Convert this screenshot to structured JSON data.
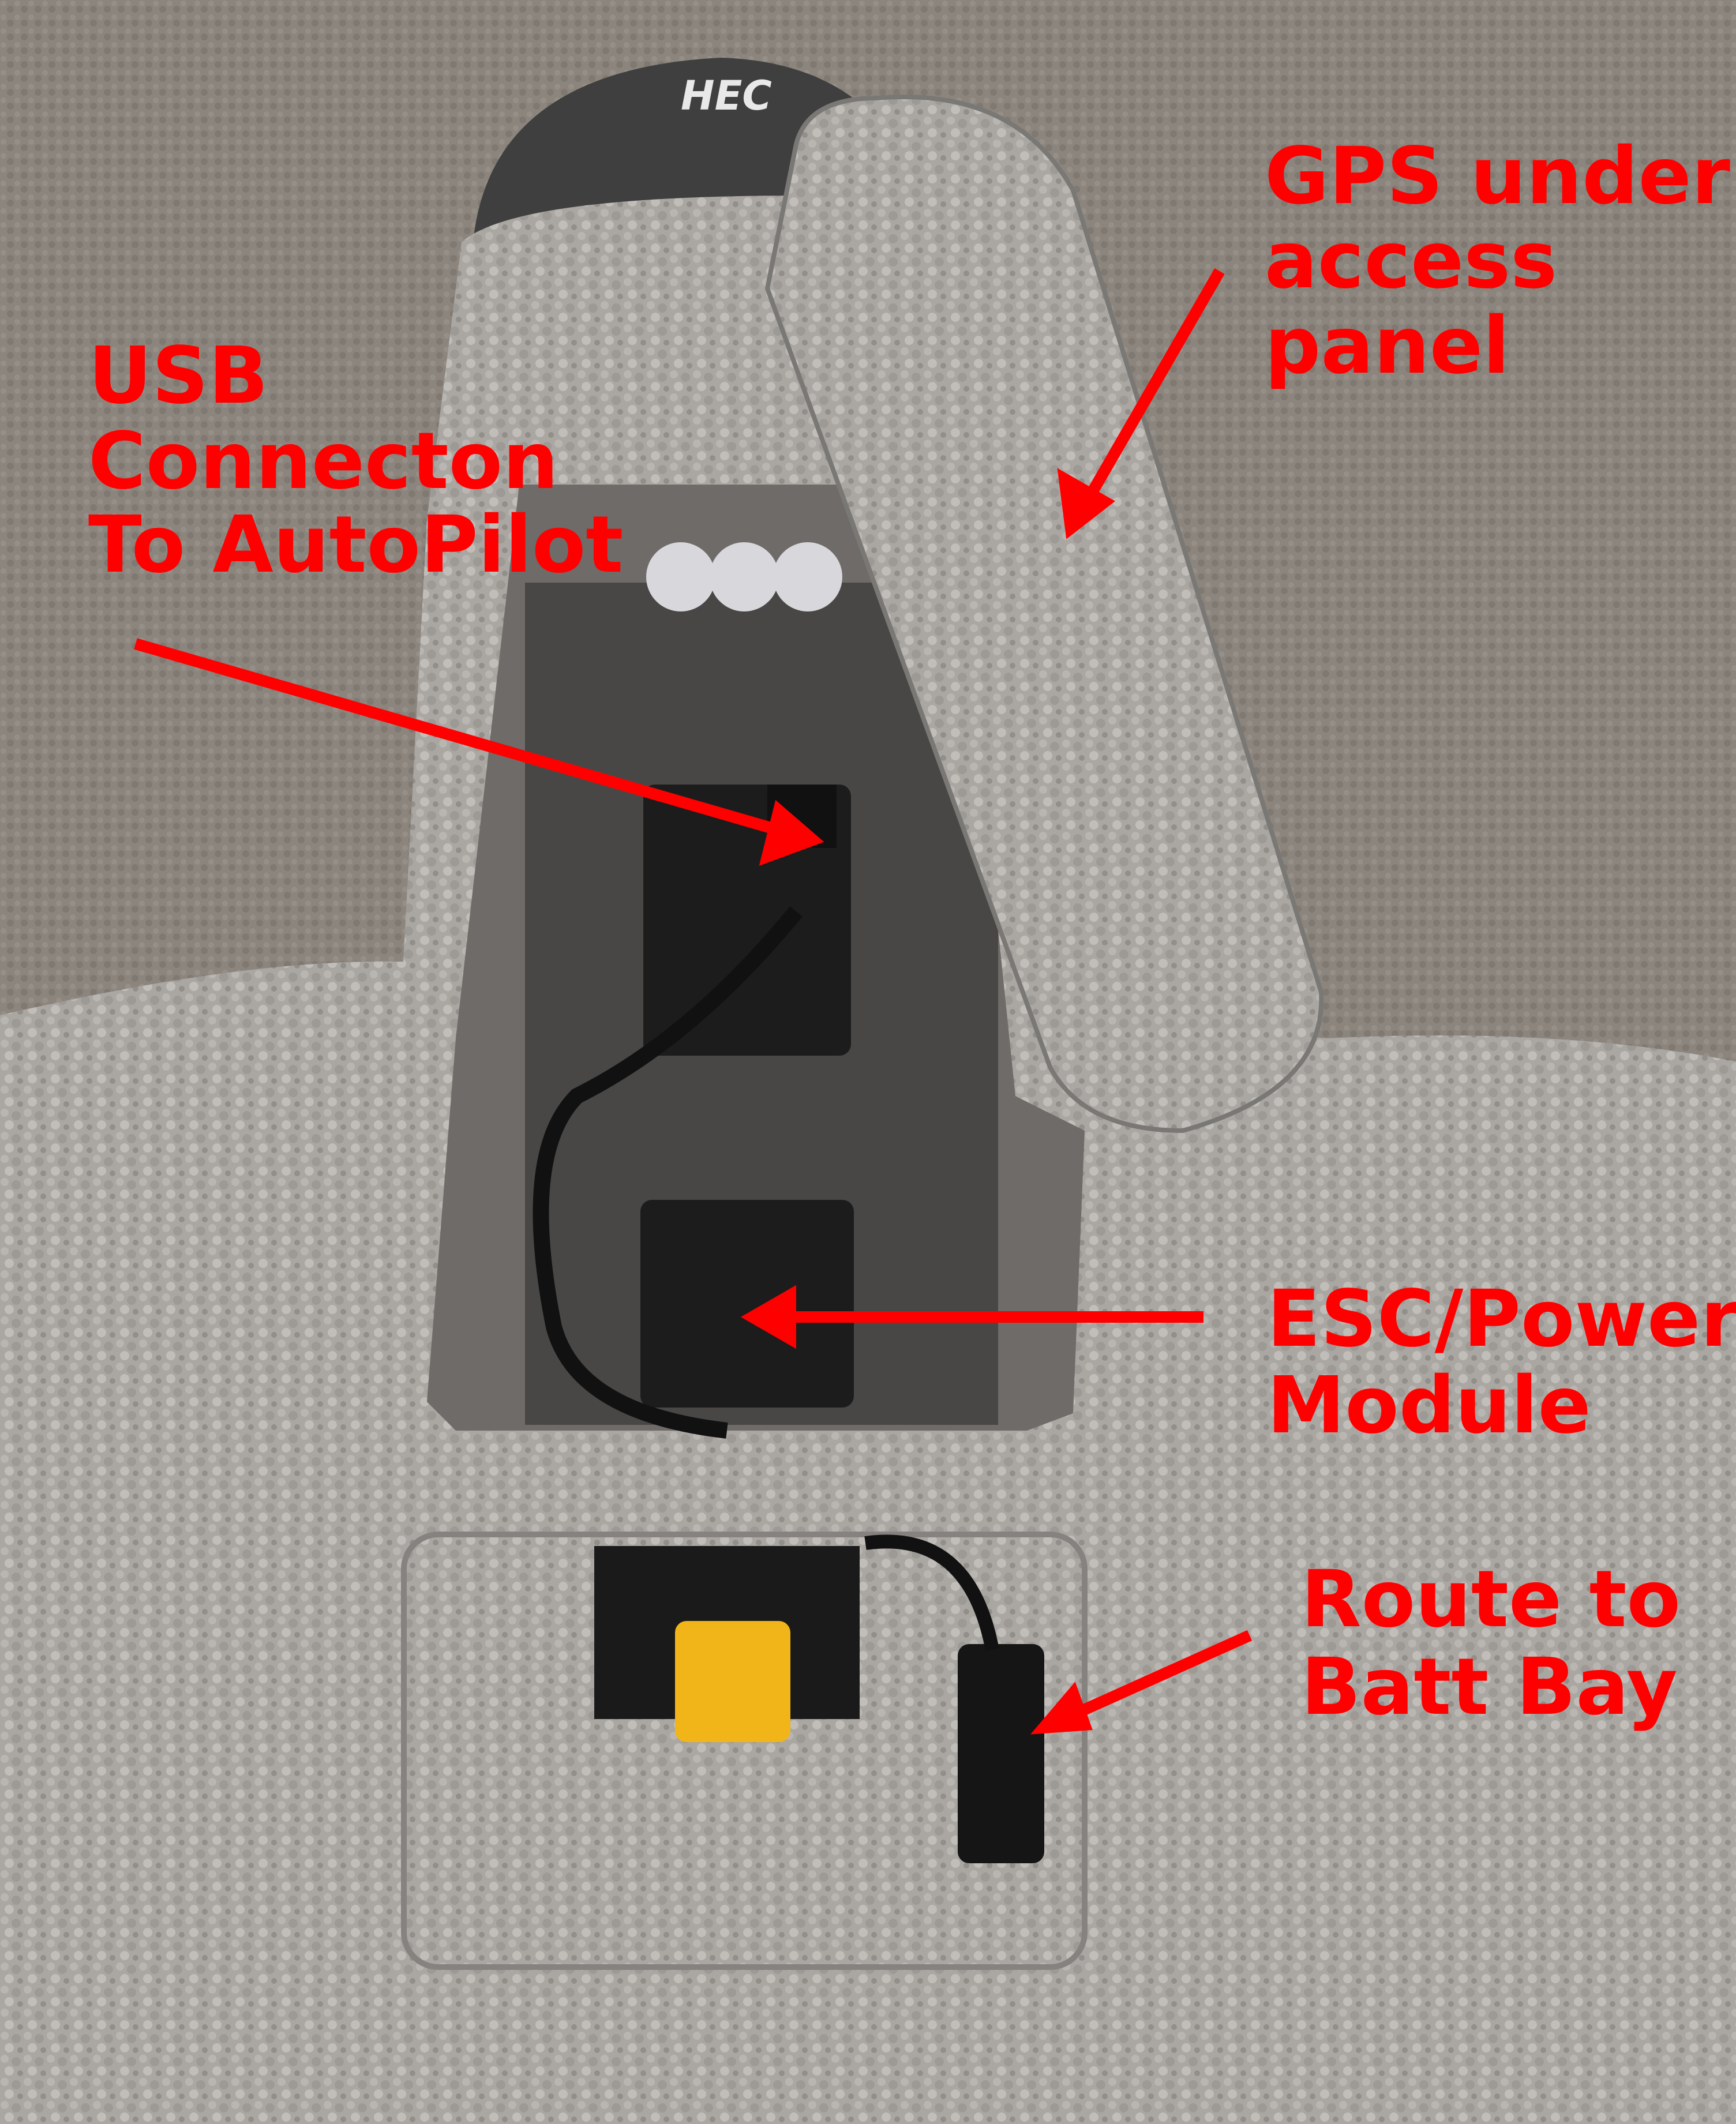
{
  "annotations": {
    "gps": {
      "lines": [
        "GPS under",
        "access",
        "panel"
      ]
    },
    "usb": {
      "lines": [
        "USB",
        "Connecton",
        "To AutoPilot"
      ]
    },
    "esc": {
      "lines": [
        "ESC/Power",
        "Module"
      ]
    },
    "route": {
      "lines": [
        "Route to",
        "Batt Bay"
      ]
    }
  },
  "logo_text": "HEC",
  "colors": {
    "annotation": "#ff0000",
    "foam": "#a9a6a2",
    "carpet": "#8a847c",
    "connector": "#f2b519"
  }
}
